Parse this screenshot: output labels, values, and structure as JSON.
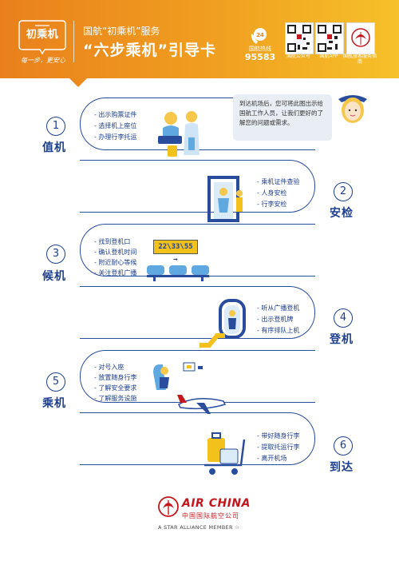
{
  "header": {
    "brand_name": "初乘机",
    "brand_slogan": "每一步，更安心",
    "subtitle": "国航“初乘机”服务",
    "title": "“六步乘机”引导卡",
    "hotline_badge": "24",
    "hotline_label": "国航热线",
    "hotline_number": "95583",
    "qr_codes": [
      {
        "label": "国航公众号"
      },
      {
        "label": "国航APP"
      },
      {
        "label": "国航旅客服务指南"
      }
    ]
  },
  "speech_bubble": "到达机场后，您可将此图出示给国航工作人员，让我们更好的了解您的问题或需求。",
  "steps": [
    {
      "number": "1",
      "title": "值机",
      "items": [
        "- 出示购票证件",
        "- 选择机上座位",
        "- 办理行李托运"
      ]
    },
    {
      "number": "2",
      "title": "安检",
      "items": [
        "- 乘机证件查验",
        "- 人身安检",
        "- 行李安检"
      ]
    },
    {
      "number": "3",
      "title": "候机",
      "items": [
        "- 找到登机口",
        "- 确认登机时间",
        "- 附近耐心等候",
        "- 关注登机广播"
      ]
    },
    {
      "number": "4",
      "title": "登机",
      "items": [
        "- 听从广播登机",
        "- 出示登机牌",
        "- 有序排队上机"
      ]
    },
    {
      "number": "5",
      "title": "乘机",
      "items": [
        "- 对号入座",
        "- 放置随身行李",
        "- 了解安全要求",
        "- 了解服务设施"
      ]
    },
    {
      "number": "6",
      "title": "到达",
      "items": [
        "- 带好随身行李",
        "- 提取托运行李",
        "- 离开机场"
      ]
    }
  ],
  "gate_sign": "22\\33\\55 →",
  "footer": {
    "airline": "AIR CHINA",
    "airline_cn": "中国国际航空公司",
    "alliance": "A STAR ALLIANCE MEMBER ☆"
  },
  "colors": {
    "header_orange": "#e9801c",
    "header_yellow": "#f6c12a",
    "navy": "#1d3f8f",
    "brand_red": "#c4161c",
    "sign_yellow": "#f2c11c"
  }
}
